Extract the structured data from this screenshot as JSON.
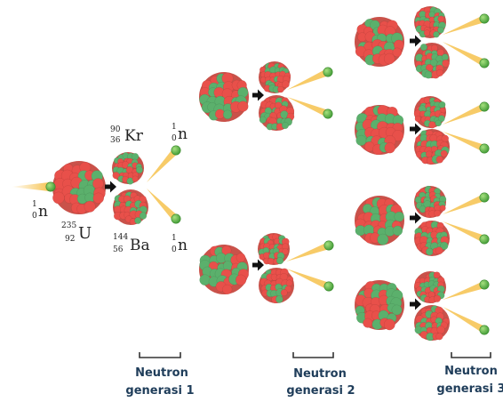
{
  "nuclides": {
    "uranium": {
      "mass": "235",
      "atomic": "92",
      "symbol": "U"
    },
    "krypton": {
      "mass": "90",
      "atomic": "36",
      "symbol": "Kr"
    },
    "barium": {
      "mass": "144",
      "atomic": "56",
      "symbol": "Ba"
    },
    "neutron": {
      "mass": "1",
      "atomic": "0",
      "symbol": "n"
    }
  },
  "generations": [
    {
      "line1": "Neutron",
      "line2": "generasi 1"
    },
    {
      "line1": "Neutron",
      "line2": "generasi 2"
    },
    {
      "line1": "Neutron",
      "line2": "generasi 3"
    }
  ],
  "colors": {
    "proton": "#e8504a",
    "neutron_particle": "#5bb06c",
    "free_neutron": "#66c04a",
    "trail": "#f6c24e",
    "arrow": "#111111",
    "generation_label": "#1f3d5a"
  }
}
